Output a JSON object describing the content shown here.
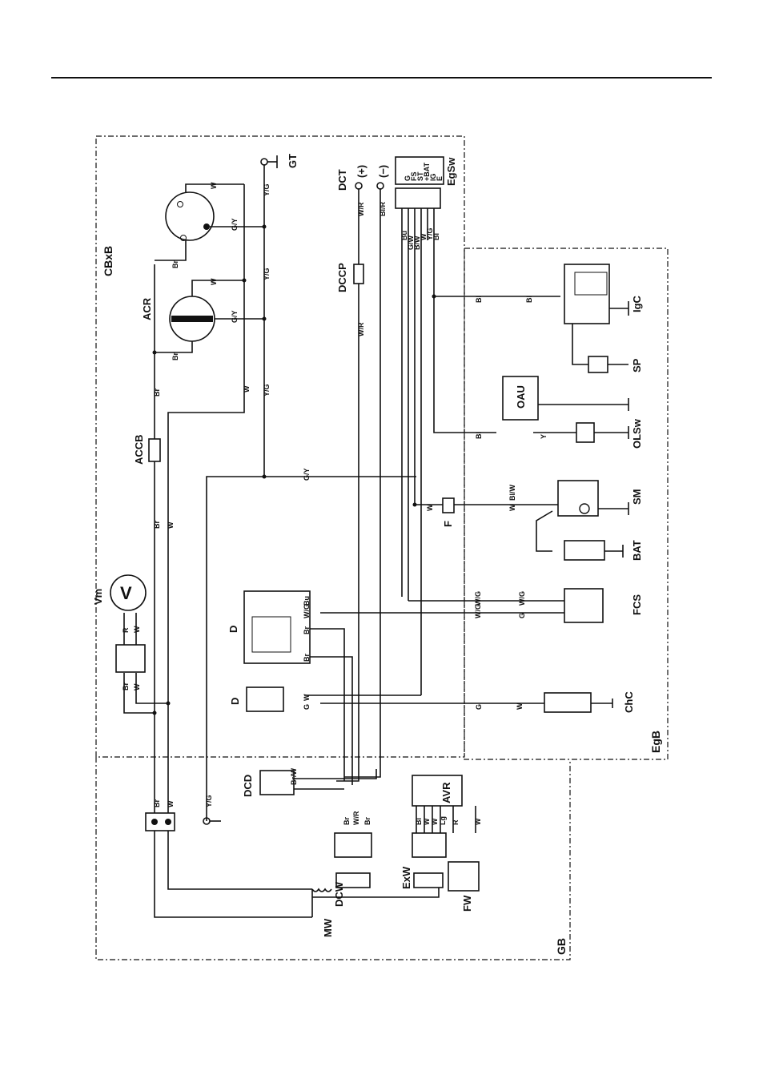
{
  "groups": {
    "cbxb": "CBxB",
    "egb": "EgB",
    "gb": "GB"
  },
  "components": {
    "gt": "GT",
    "dct": "DCT",
    "dct_plus": "(+)",
    "dct_minus": "(−)",
    "egsw": "EgSw",
    "acr": "ACR",
    "accb": "ACCB",
    "dccp": "DCCP",
    "vm": "Vm",
    "d1": "D",
    "d2": "D",
    "dcd": "DCD",
    "avr": "AVR",
    "dcw": "DCW",
    "exw": "ExW",
    "fw": "FW",
    "mw": "MW",
    "igc": "IgC",
    "sp": "SP",
    "oau": "OAU",
    "olsw": "OLSw",
    "sm": "SM",
    "bat": "BAT",
    "fcs": "FCS",
    "chc": "ChC",
    "f": "F"
  },
  "egsw_terminals": [
    "G",
    "FS",
    "ST",
    "+BAT",
    "IG",
    "E"
  ],
  "wire_colors": {
    "br": "Br",
    "w": "W",
    "yg": "Y/G",
    "gy": "G/Y",
    "wr": "W/R",
    "blr": "Bl/R",
    "bu": "Bu",
    "gw": "G/W",
    "bw": "B/W",
    "g": "G",
    "bl": "Bl",
    "y": "Y",
    "r": "R",
    "lg": "Lg",
    "blw": "Bl/W",
    "wg": "W/G",
    "brw": "Br/W"
  }
}
